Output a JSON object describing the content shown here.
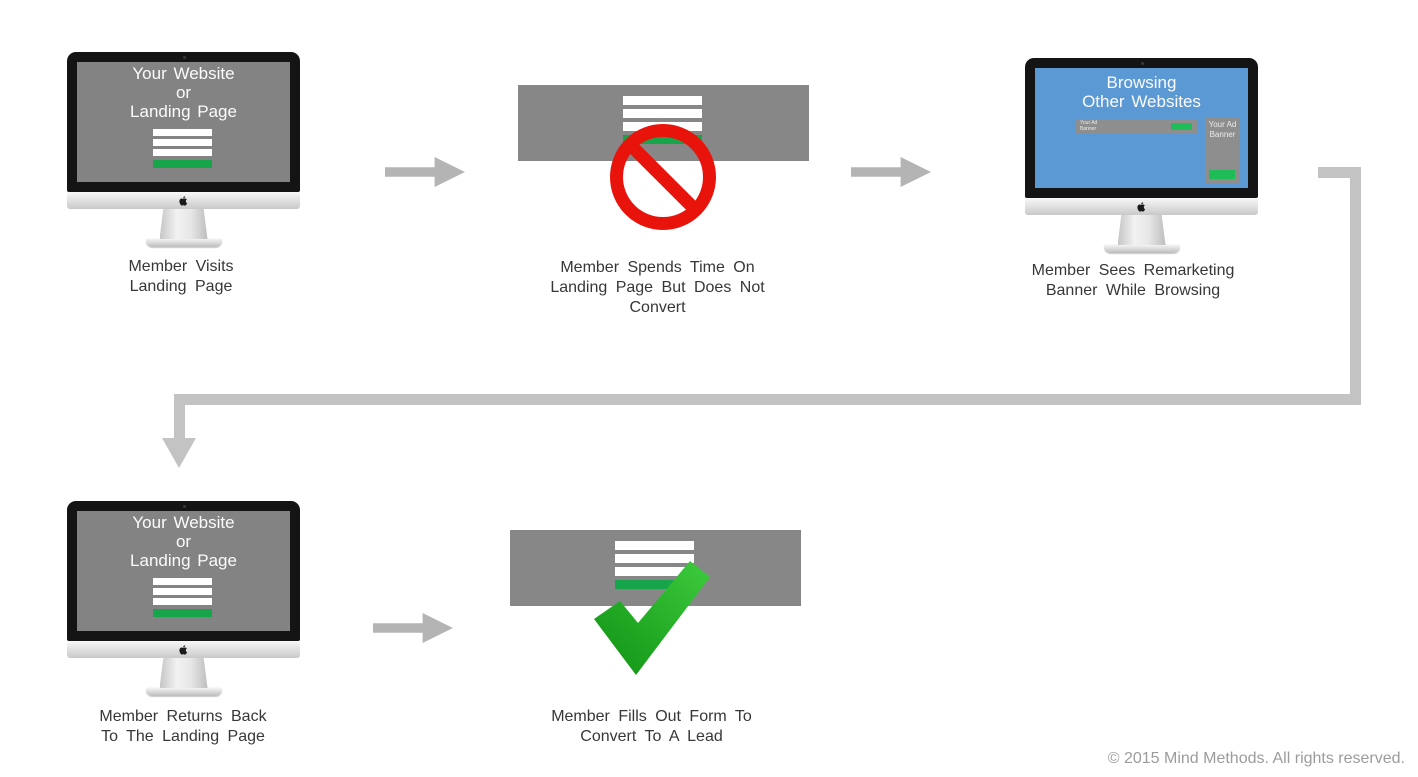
{
  "colors": {
    "screen_gray": "#838383",
    "screen_blue": "#5b99d4",
    "banner_gray": "#878787",
    "form_green": "#17a54b",
    "button_green": "#1fbd58",
    "check_green_light": "#3ecb3e",
    "check_green_dark": "#0f9212",
    "prohibit_red": "#e8140c",
    "block_arrow_gray": "#b4b4b4",
    "connector_gray": "#c3c3c3",
    "caption_text": "#373737",
    "copyright_text": "#9c9c9c"
  },
  "monitors": {
    "landing_top": {
      "screen_lines": [
        "Your Website",
        "or",
        "Landing Page"
      ]
    },
    "browsing": {
      "screen_lines": [
        "Browsing",
        "Other Websites"
      ],
      "horizontal_banner": {
        "lines": [
          "Your Ad",
          "Banner"
        ]
      },
      "vertical_banner": {
        "lines": [
          "Your Ad",
          "Banner"
        ]
      }
    },
    "landing_bottom": {
      "screen_lines": [
        "Your Website",
        "or",
        "Landing Page"
      ]
    }
  },
  "captions": {
    "step1": [
      "Member Visits",
      "Landing Page"
    ],
    "step2": [
      "Member Spends Time On",
      "Landing Page But Does Not",
      "Convert"
    ],
    "step3": [
      "Member Sees Remarketing",
      "Banner While Browsing"
    ],
    "step4": [
      "Member Returns Back",
      "To The Landing Page"
    ],
    "step5": [
      "Member Fills Out Form To",
      "Convert To A Lead"
    ]
  },
  "footer": {
    "copyright": "© 2015 Mind Methods. All rights reserved."
  }
}
